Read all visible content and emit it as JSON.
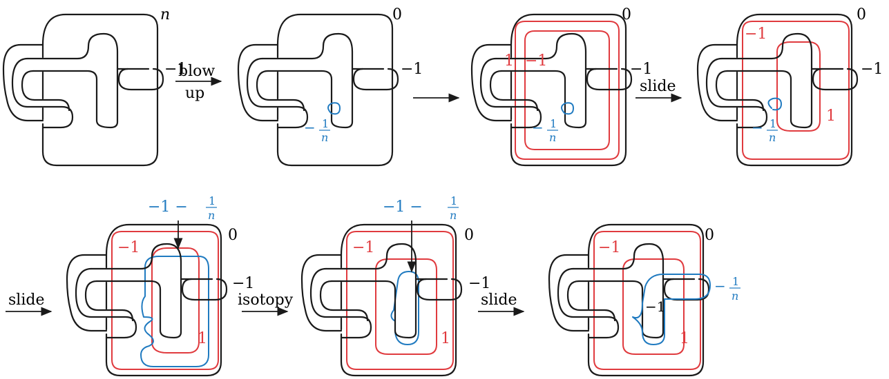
{
  "colors": {
    "knot": "#1a1a1a",
    "red": "#e03a3e",
    "blue": "#1f7ac0"
  },
  "panels": [
    {
      "framing_top": "n",
      "framing_right": "−1"
    },
    {
      "framing_top": "0",
      "framing_right": "−1",
      "blue_label": "−",
      "blue_frac_num": "1",
      "blue_frac_den": "n"
    },
    {
      "framing_top": "0",
      "framing_right": "−1",
      "red_left_1": "1",
      "red_left_2": "−1",
      "blue_label": "−",
      "blue_frac_num": "1",
      "blue_frac_den": "n"
    },
    {
      "framing_top": "0",
      "framing_right": "−1",
      "red_top": "−1",
      "red_right": "1",
      "blue_label": "−",
      "blue_frac_num": "1",
      "blue_frac_den": "n"
    },
    {
      "framing_top": "0",
      "framing_right": "−1",
      "red_top": "−1",
      "red_right": "1",
      "blue_top_label": "−1 −",
      "blue_frac_num": "1",
      "blue_frac_den": "n"
    },
    {
      "framing_top": "0",
      "framing_right": "−1",
      "red_top": "−1",
      "red_right": "1",
      "blue_top_label": "−1 −",
      "blue_frac_num": "1",
      "blue_frac_den": "n"
    },
    {
      "framing_top": "0",
      "inner_label": "−1",
      "red_top": "−1",
      "red_right": "1",
      "blue_label": "−",
      "blue_frac_num": "1",
      "blue_frac_den": "n"
    }
  ],
  "arrows": {
    "a1_top": "blow",
    "a1_bottom": "up",
    "a3": "slide",
    "a4": "slide",
    "a5": "isotopy",
    "a6": "slide"
  }
}
